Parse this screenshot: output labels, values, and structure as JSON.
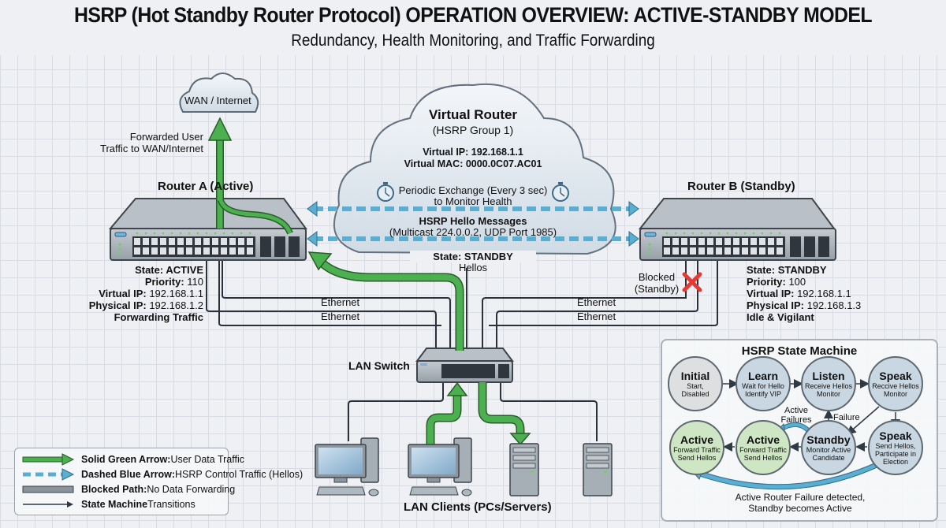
{
  "header": {
    "title": "HSRP (Hot Standby Router Protocol) OPERATION OVERVIEW: ACTIVE-STANDBY MODEL",
    "subtitle": "Redundancy, Health Monitoring, and Traffic Forwarding"
  },
  "wan": {
    "label": "WAN / Internet",
    "arrow_label_line1": "Forwarded User",
    "arrow_label_line2": "Traffic to WAN/Internet"
  },
  "virtual_router": {
    "title": "Virtual Router",
    "group": "(HSRP Group 1)",
    "virtual_ip": "Virtual IP: 192.168.1.1",
    "virtual_mac": "Virtual MAC: 0000.0C07.AC01",
    "exchange_line1": "Periodic Exchange (Every 3 sec)",
    "exchange_line2": "to Monitor Health",
    "hello_title": "HSRP Hello Messages",
    "hello_detail": "(Multicast 224.0.0.2, UDP Port 1985)",
    "state": "State: STANDBY",
    "state_sub": "Hellos"
  },
  "router_a": {
    "title": "Router A (Active)",
    "state": "State: ACTIVE",
    "priority_key": "Priority:",
    "priority_val": " 110",
    "vip_key": "Virtual IP:",
    "vip_val": " 192.168.1.1",
    "pip_key": "Physical IP:",
    "pip_val": " 192.168.1.2",
    "status": "Forwarding Traffic"
  },
  "router_b": {
    "title": "Router B (Standby)",
    "state": "State: STANDBY",
    "priority_key": "Priority:",
    "priority_val": " 100",
    "vip_key": "Virtual IP:",
    "vip_val": " 192.168.1.1",
    "pip_key": "Physical IP:",
    "pip_val": " 192.168.1.3",
    "status": "Idle & Vigilant",
    "blocked_line1": "Blocked",
    "blocked_line2": "(Standby)"
  },
  "links": {
    "eth_a1": "Ethernet",
    "eth_a2": "Ethernet",
    "eth_b1": "Ethernet",
    "eth_b2": "Ethernet"
  },
  "lan_switch": {
    "label": "LAN Switch"
  },
  "clients": {
    "label": "LAN Clients (PCs/Servers)"
  },
  "state_machine": {
    "title": "HSRP State Machine",
    "nodes": [
      {
        "name": "Initial",
        "desc1": "Start,",
        "desc2": "Disabled"
      },
      {
        "name": "Learn",
        "desc1": "Wait for Hello",
        "desc2": "Identify VIP"
      },
      {
        "name": "Listen",
        "desc1": "Receive Hellos",
        "desc2": "Monitor"
      },
      {
        "name": "Speak",
        "desc1": "Reccive Hellos",
        "desc2": "Monitor"
      },
      {
        "name": "Active",
        "desc1": "Forward Traffic",
        "desc2": "Send Hellos"
      },
      {
        "name": "Active",
        "desc1": "Forward Traffic",
        "desc2": "Send Hellos"
      },
      {
        "name": "Standby",
        "desc1": "Monitor Active",
        "desc2": "Candidate"
      },
      {
        "name": "Speak",
        "desc1": "Send Hellos,",
        "desc2": "Participate in",
        "desc3": "Election"
      }
    ],
    "active_failures_line1": "Active",
    "active_failures_line2": "Failures",
    "failure": "Failure",
    "footer_line1": "Active Router Failure detected,",
    "footer_line2": "Standby becomes Active"
  },
  "legend": {
    "items": [
      {
        "key": "Solid Green Arrow:",
        "text": " User Data Traffic"
      },
      {
        "key": "Dashed Blue Arrow:",
        "text": " HSRP Control Traffic (Hellos)"
      },
      {
        "key": "Blocked Path:",
        "text": " No Data Forwarding"
      },
      {
        "key": "State Machine",
        "text": " Transitions"
      }
    ]
  },
  "colors": {
    "data_green": "#4caf50",
    "control_blue": "#5aaed1",
    "blocked_red": "#e53935",
    "device_gray": "#9aa3ab"
  }
}
